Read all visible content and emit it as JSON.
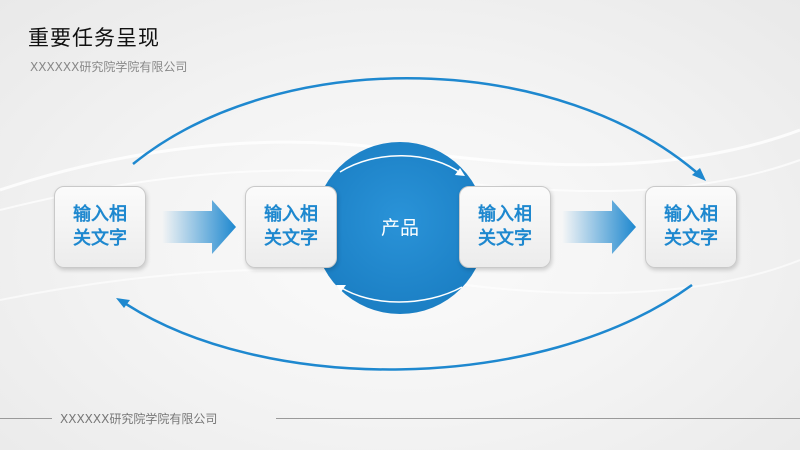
{
  "header": {
    "title": "重要任务呈现",
    "subtitle": "XXXXXX研究院学院有限公司"
  },
  "diagram": {
    "boxes": [
      {
        "label": "输入相关文字"
      },
      {
        "label": "输入相关文字"
      },
      {
        "label": "输入相关文字"
      },
      {
        "label": "输入相关文字"
      }
    ],
    "center": "产品"
  },
  "footer": {
    "text": "XXXXXX研究院学院有限公司"
  },
  "colors": {
    "accent": "#1e88cf",
    "background": "#f2f2f2"
  }
}
